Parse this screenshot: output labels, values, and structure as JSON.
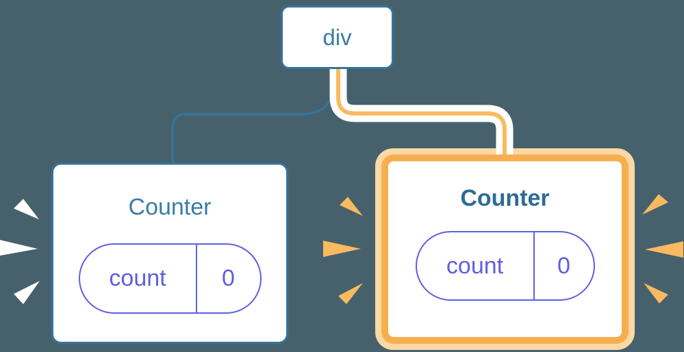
{
  "diagram": {
    "root_node": {
      "label": "div"
    },
    "left_component": {
      "title": "Counter",
      "state": {
        "key": "count",
        "value": "0"
      },
      "emphasis": "white-sparks"
    },
    "right_component": {
      "title": "Counter",
      "state": {
        "key": "count",
        "value": "0"
      },
      "emphasis": "orange-highlight-with-sparks"
    }
  },
  "colors": {
    "background": "#47616C",
    "node_blue": "#35749E",
    "node_text_blue": "#3A7CA6",
    "title_blue_bold": "#2D6C94",
    "state_purple": "#5E5FE0",
    "highlight_orange": "#F6AF4F",
    "highlight_orange_light": "#FBD8A4",
    "connector_orange": "#F9BA5F",
    "spark_white": "#FFFFFF",
    "card_white": "#FFFFFF"
  }
}
